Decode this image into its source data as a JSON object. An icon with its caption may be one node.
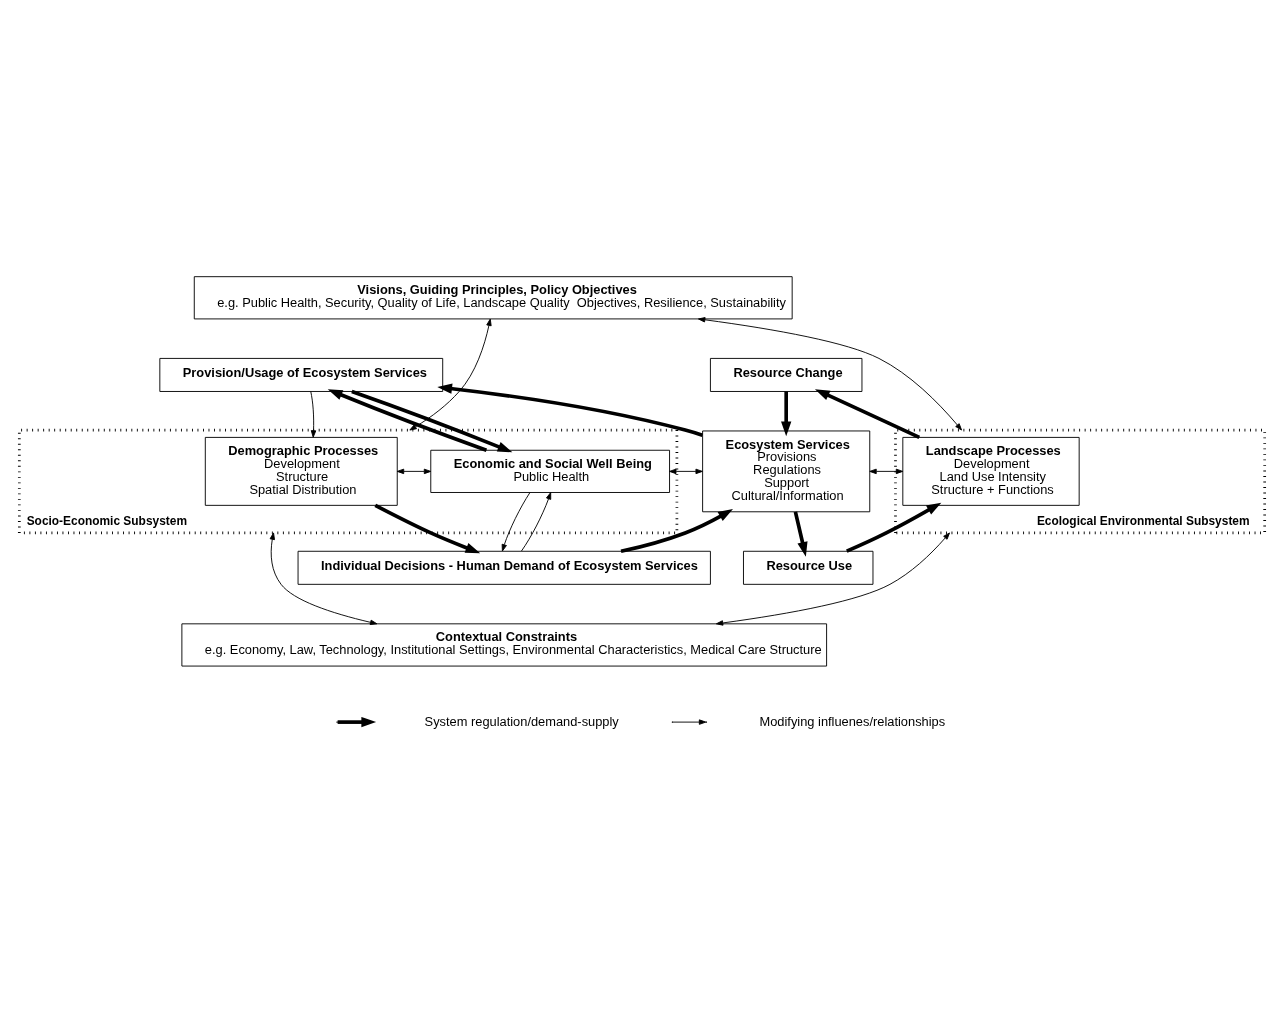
{
  "diagram": {
    "nodes": [
      {
        "text": [
          "Visions, Guiding Principles, Policy Objectives",
          "e.g. Public Health, Security, Quality of Life, Landscape Quality  Objectives, Resilience, Sustainability"
        ]
      },
      {
        "text": [
          "Socio-Economic Subsystem"
        ]
      },
      {
        "text": [
          "Ecological Environmental Subsystem"
        ]
      },
      {
        "text": [
          "Provision/Usage of Ecosystem Services"
        ]
      },
      {
        "text": [
          "Resource Change"
        ]
      },
      {
        "text": [
          "Demographic Processes",
          "Development",
          "Structure",
          "Spatial Distribution"
        ],
        "in": 1
      },
      {
        "text": [
          "Economic and Social Well Being",
          "Public Health"
        ],
        "in": 1
      },
      {
        "text": [
          "Ecosystem Services",
          "Provisions",
          "Regulations",
          "Support",
          "Cultural/Information"
        ]
      },
      {
        "text": [
          "Landscape Processes",
          "Development",
          "Land Use Intensity",
          "Structure + Functions"
        ],
        "in": 2
      },
      {
        "text": [
          "Individual Decisions - Human Demand of Ecosystem Services"
        ]
      },
      {
        "text": [
          "Resource Use"
        ]
      },
      {
        "text": [
          "Contextual Constraints",
          "e.g. Economy, Law, Technology, Institutional Settings, Environmental Characteristics, Medical Care Structure"
        ]
      }
    ],
    "edges": [
      {
        "from": 0,
        "to": 1,
        "arrow": "both"
      },
      {
        "from": 0,
        "to": 2,
        "arrow": "both"
      },
      {
        "from": 3,
        "to": 5,
        "arrow": "to"
      },
      {
        "from": 6,
        "to": 3,
        "arrow": "to",
        "style": "thick"
      },
      {
        "from": 3,
        "to": 6,
        "arrow": "to",
        "style": "thick"
      },
      {
        "from": 7,
        "to": 3,
        "arrow": "to",
        "style": "thick"
      },
      {
        "from": 4,
        "to": 7,
        "arrow": "to",
        "style": "thick"
      },
      {
        "from": 8,
        "to": 4,
        "arrow": "to",
        "style": "thick"
      },
      {
        "from": 5,
        "to": 6,
        "arrow": "both"
      },
      {
        "from": 6,
        "to": 7,
        "arrow": "both"
      },
      {
        "from": 7,
        "to": 8,
        "arrow": "both"
      },
      {
        "from": 5,
        "to": 9,
        "arrow": "to",
        "style": "thick"
      },
      {
        "from": 9,
        "to": 6,
        "arrow": "to"
      },
      {
        "from": 6,
        "to": 9,
        "arrow": "to"
      },
      {
        "from": 9,
        "to": 7,
        "arrow": "to",
        "style": "thick"
      },
      {
        "from": 7,
        "to": 10,
        "arrow": "to",
        "style": "thick"
      },
      {
        "from": 10,
        "to": 8,
        "arrow": "to",
        "style": "thick"
      },
      {
        "from": 1,
        "to": 11,
        "arrow": "both"
      },
      {
        "from": 2,
        "to": 11,
        "arrow": "both"
      }
    ],
    "legend": [
      {
        "text": "System regulation/demand-supply"
      },
      {
        "text": "Modifying influenes/relationships"
      }
    ]
  }
}
